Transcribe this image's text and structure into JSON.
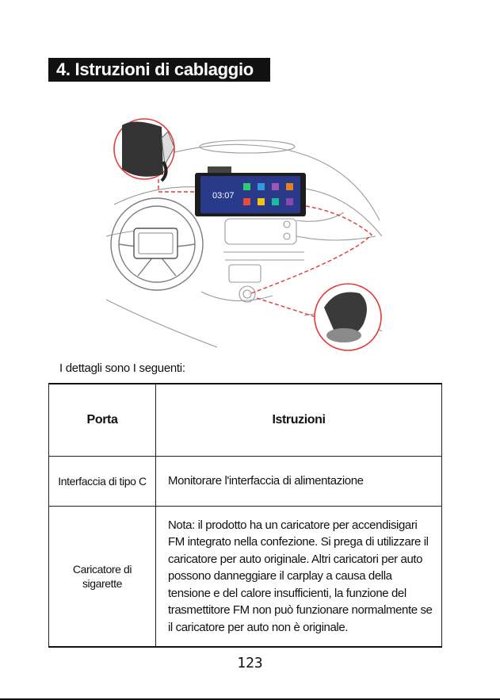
{
  "section": {
    "title": "4. Istruzioni di cablaggio"
  },
  "illustration": {
    "screen_time": "03:07"
  },
  "intro": "I dettagli sono I seguenti:",
  "table": {
    "headers": [
      "Porta",
      "Istruzioni"
    ],
    "rows": [
      {
        "port": "Interfaccia di tipo C",
        "text": "Monitorare l'interfaccia di alimentazione"
      },
      {
        "port": "Caricatore di sigarette",
        "text": "Nota: il prodotto ha un caricatore per accendisigari FM integrato nella confezione. Si prega di utilizzare il caricatore per auto originale. Altri caricatori per auto possono danneggiare il carplay a causa della tensione e del calore insufficienti, la funzione del trasmettitore FM non può funzionare normalmente se il caricatore per auto non è originale."
      }
    ]
  },
  "page_number": "123",
  "colors": {
    "cable_red": "#e53935",
    "title_bg": "#111111",
    "screen_bg": "#2a3a8a"
  }
}
